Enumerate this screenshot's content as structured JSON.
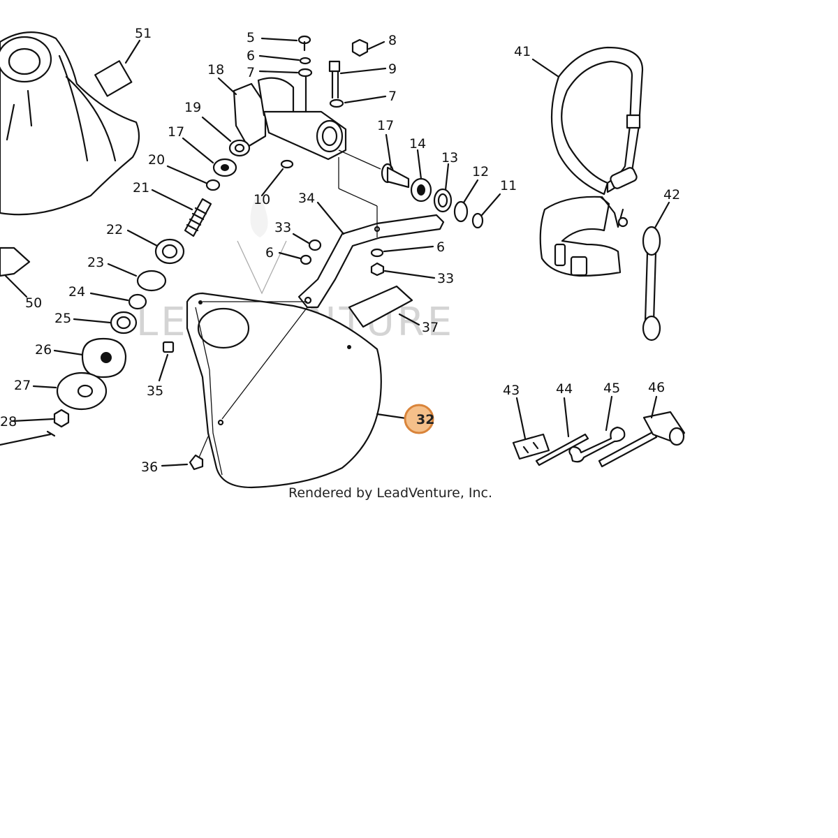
{
  "diagram": {
    "watermark": "LEADVENTURE",
    "credit": "Rendered by LeadVenture, Inc.",
    "highlighted_part": "32",
    "labels": {
      "p5": "5",
      "p6a": "6",
      "p7a": "7",
      "p8": "8",
      "p9": "9",
      "p7b": "7",
      "p18": "18",
      "p19": "19",
      "p17a": "17",
      "p20": "20",
      "p21": "21",
      "p22": "22",
      "p23": "23",
      "p24": "24",
      "p25": "25",
      "p26": "26",
      "p27": "27",
      "p28": "28",
      "p50": "50",
      "p51": "51",
      "p10": "10",
      "p17b": "17",
      "p14": "14",
      "p13": "13",
      "p12": "12",
      "p11": "11",
      "p34": "34",
      "p33a": "33",
      "p6b": "6",
      "p6c": "6",
      "p33b": "33",
      "p37": "37",
      "p35": "35",
      "p36": "36",
      "p32": "32",
      "p41": "41",
      "p42": "42",
      "p43": "43",
      "p44": "44",
      "p45": "45",
      "p46": "46"
    }
  }
}
